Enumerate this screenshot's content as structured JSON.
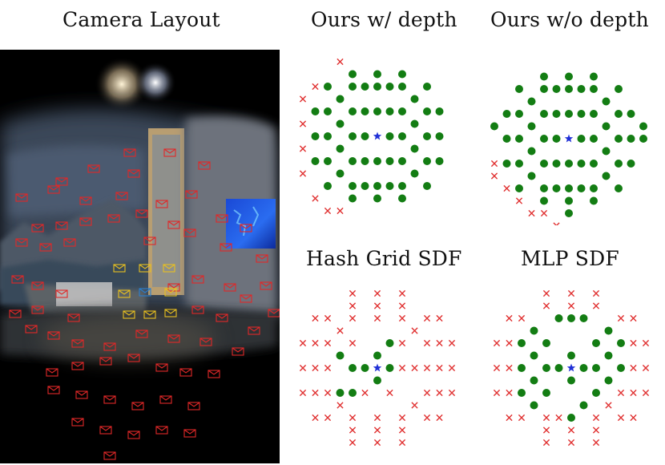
{
  "panels": {
    "camera_layout": "Camera Layout",
    "ours_with_depth": "Ours w/ depth",
    "ours_without_depth": "Ours w/o depth",
    "hash_grid_sdf": "Hash Grid SDF",
    "mlp_sdf": "MLP SDF"
  },
  "colors": {
    "success_marker": "#137d13",
    "failure_marker": "#e03030",
    "center_star": "#1f2fd6",
    "camera_frame_default": "#e02828",
    "camera_frame_highlight_yellow": "#e8c020",
    "camera_frame_highlight_blue": "#2a7fd0"
  },
  "legend_semantics": {
    "success": "green-dot",
    "failure": "red-cross",
    "center": "blue-star"
  },
  "chart_data": [
    {
      "type": "scatter",
      "panel": "ours_with_depth",
      "center": {
        "x": 0,
        "y": 0
      },
      "success": [
        [
          -0.5,
          -1
        ],
        [
          -0.5,
          0
        ],
        [
          0,
          -1
        ],
        [
          -0.5,
          1
        ],
        [
          0,
          1
        ],
        [
          0.5,
          -1
        ],
        [
          0.5,
          0
        ],
        [
          0.5,
          1
        ],
        [
          1,
          0
        ],
        [
          -1,
          1
        ],
        [
          -1,
          0
        ],
        [
          -1,
          -1
        ],
        [
          1,
          -1
        ],
        [
          1,
          1
        ],
        [
          -1.5,
          -0.5
        ],
        [
          -1.5,
          0.5
        ],
        [
          1.5,
          -0.5
        ],
        [
          1.5,
          0.5
        ],
        [
          -2,
          0
        ],
        [
          2,
          0
        ],
        [
          0,
          -2
        ],
        [
          0,
          2
        ],
        [
          -0.5,
          -2
        ],
        [
          0.5,
          -2
        ],
        [
          -0.5,
          2
        ],
        [
          0.5,
          2
        ],
        [
          -1,
          -2
        ],
        [
          1,
          -2
        ],
        [
          -1,
          2
        ],
        [
          1,
          2
        ],
        [
          -2,
          -1
        ],
        [
          2,
          -1
        ],
        [
          -2,
          1
        ],
        [
          2,
          1
        ],
        [
          -1.5,
          -1.5
        ],
        [
          1.5,
          -1.5
        ],
        [
          -1.5,
          1.5
        ],
        [
          1.5,
          1.5
        ],
        [
          -2.5,
          0
        ],
        [
          2.5,
          0
        ],
        [
          0,
          -2.5
        ],
        [
          0,
          2.5
        ],
        [
          -2.5,
          -1
        ],
        [
          2.5,
          -1
        ],
        [
          -2.5,
          1
        ],
        [
          2.5,
          1
        ],
        [
          -1,
          -2.5
        ],
        [
          1,
          -2.5
        ],
        [
          -1,
          2.5
        ],
        [
          1,
          2.5
        ],
        [
          -2,
          -2
        ],
        [
          2,
          -2
        ],
        [
          -2,
          2
        ],
        [
          2,
          2
        ]
      ],
      "failure": [
        [
          -3,
          -1.5
        ],
        [
          -3,
          -0.5
        ],
        [
          -3,
          0.5
        ],
        [
          -2.5,
          -2
        ],
        [
          -1.5,
          -3
        ],
        [
          -3,
          1.5
        ],
        [
          -2.5,
          2.5
        ],
        [
          -2,
          3
        ],
        [
          -1.5,
          3
        ]
      ]
    },
    {
      "type": "scatter",
      "panel": "ours_without_depth",
      "center": {
        "x": 0,
        "y": 0
      },
      "success": [
        [
          -0.5,
          -1
        ],
        [
          -0.5,
          0
        ],
        [
          0,
          -1
        ],
        [
          -0.5,
          1
        ],
        [
          0,
          1
        ],
        [
          0.5,
          -1
        ],
        [
          0.5,
          0
        ],
        [
          0.5,
          1
        ],
        [
          1,
          0
        ],
        [
          -1,
          1
        ],
        [
          -1,
          0
        ],
        [
          -1,
          -1
        ],
        [
          1,
          -1
        ],
        [
          1,
          1
        ],
        [
          -1.5,
          -0.5
        ],
        [
          -1.5,
          0.5
        ],
        [
          1.5,
          -0.5
        ],
        [
          1.5,
          0.5
        ],
        [
          -2,
          0
        ],
        [
          2,
          0
        ],
        [
          0,
          -2
        ],
        [
          0,
          2
        ],
        [
          -0.5,
          -2
        ],
        [
          0.5,
          -2
        ],
        [
          -0.5,
          2
        ],
        [
          0.5,
          2
        ],
        [
          -1,
          -2
        ],
        [
          1,
          -2
        ],
        [
          -1,
          2
        ],
        [
          1,
          2
        ],
        [
          -2,
          -1
        ],
        [
          2,
          -1
        ],
        [
          -2,
          1
        ],
        [
          2,
          1
        ],
        [
          -1.5,
          -1.5
        ],
        [
          1.5,
          -1.5
        ],
        [
          -1.5,
          1.5
        ],
        [
          1.5,
          1.5
        ],
        [
          -2.5,
          0
        ],
        [
          2.5,
          0
        ],
        [
          0,
          -2.5
        ],
        [
          0,
          2.5
        ],
        [
          -2.5,
          -1
        ],
        [
          2.5,
          -1
        ],
        [
          -2.5,
          1
        ],
        [
          2.5,
          1
        ],
        [
          -1,
          -2.5
        ],
        [
          1,
          -2.5
        ],
        [
          -1,
          2.5
        ],
        [
          1,
          2.5
        ],
        [
          -2,
          -2
        ],
        [
          2,
          -2
        ],
        [
          -2,
          2
        ],
        [
          2,
          2
        ],
        [
          0,
          3
        ],
        [
          3,
          0
        ],
        [
          -3,
          -0.5
        ],
        [
          3,
          -0.5
        ]
      ],
      "failure": [
        [
          -3,
          1
        ],
        [
          -3,
          1.5
        ],
        [
          -2.5,
          2
        ],
        [
          -2,
          2.5
        ],
        [
          -1.5,
          3
        ],
        [
          -1,
          3
        ],
        [
          -0.5,
          3.5
        ]
      ]
    },
    {
      "type": "scatter",
      "panel": "hash_grid_sdf",
      "center": {
        "x": 0,
        "y": 0
      },
      "success": [
        [
          -0.5,
          0
        ],
        [
          0.5,
          0
        ],
        [
          0,
          -0.5
        ],
        [
          0,
          0.5
        ],
        [
          -1,
          0
        ],
        [
          -1,
          1
        ],
        [
          -1.5,
          1
        ],
        [
          -1.5,
          -0.5
        ],
        [
          0.5,
          -1
        ]
      ],
      "failure": [
        [
          -1,
          -1
        ],
        [
          1,
          -1
        ],
        [
          -0.5,
          1
        ],
        [
          0.5,
          1
        ],
        [
          1,
          0
        ],
        [
          1.5,
          0
        ],
        [
          -2,
          0
        ],
        [
          2,
          0
        ],
        [
          0,
          -2
        ],
        [
          0,
          2
        ],
        [
          -2,
          -1
        ],
        [
          2,
          -1
        ],
        [
          -2,
          1
        ],
        [
          2,
          1
        ],
        [
          -1,
          -2
        ],
        [
          1,
          -2
        ],
        [
          -1,
          2
        ],
        [
          1,
          2
        ],
        [
          -1.5,
          -1.5
        ],
        [
          1.5,
          -1.5
        ],
        [
          -1.5,
          1.5
        ],
        [
          1.5,
          1.5
        ],
        [
          -2.5,
          0
        ],
        [
          2.5,
          0
        ],
        [
          0,
          -2.5
        ],
        [
          0,
          2.5
        ],
        [
          -2.5,
          -1
        ],
        [
          2.5,
          -1
        ],
        [
          -2.5,
          1
        ],
        [
          2.5,
          1
        ],
        [
          -1,
          -2.5
        ],
        [
          1,
          -2.5
        ],
        [
          -1,
          2.5
        ],
        [
          1,
          2.5
        ],
        [
          -2,
          -2
        ],
        [
          2,
          -2
        ],
        [
          -2,
          2
        ],
        [
          2,
          2
        ],
        [
          -3,
          0
        ],
        [
          3,
          0
        ],
        [
          0,
          -3
        ],
        [
          0,
          3
        ],
        [
          -3,
          -1
        ],
        [
          3,
          -1
        ],
        [
          -3,
          1
        ],
        [
          3,
          1
        ],
        [
          -1,
          -3
        ],
        [
          1,
          -3
        ],
        [
          -1,
          3
        ],
        [
          1,
          3
        ],
        [
          -2.5,
          -2
        ],
        [
          2.5,
          -2
        ],
        [
          -2.5,
          2
        ],
        [
          2.5,
          2
        ]
      ]
    },
    {
      "type": "scatter",
      "panel": "mlp_sdf",
      "center": {
        "x": 0,
        "y": 0
      },
      "success": [
        [
          -0.5,
          0
        ],
        [
          0.5,
          0
        ],
        [
          0,
          -0.5
        ],
        [
          0,
          0.5
        ],
        [
          -1,
          0
        ],
        [
          1,
          0
        ],
        [
          -1,
          -1
        ],
        [
          1,
          -1
        ],
        [
          -1,
          1
        ],
        [
          1,
          1
        ],
        [
          -1.5,
          -0.5
        ],
        [
          1.5,
          -0.5
        ],
        [
          -1.5,
          0.5
        ],
        [
          1.5,
          0.5
        ],
        [
          -2,
          0
        ],
        [
          2,
          0
        ],
        [
          0,
          -2
        ],
        [
          0,
          2
        ],
        [
          -0.5,
          -2
        ],
        [
          0.5,
          -2
        ],
        [
          -2,
          -1
        ],
        [
          2,
          -1
        ],
        [
          -2,
          1
        ],
        [
          -1.5,
          -1.5
        ],
        [
          1.5,
          -1.5
        ],
        [
          -1.5,
          1.5
        ],
        [
          0.5,
          1.5
        ]
      ],
      "failure": [
        [
          -0.5,
          2
        ],
        [
          1.5,
          1.5
        ],
        [
          2,
          1
        ],
        [
          -1,
          2
        ],
        [
          1,
          2
        ],
        [
          -2,
          2
        ],
        [
          2,
          2
        ],
        [
          -2,
          -2
        ],
        [
          2,
          -2
        ],
        [
          -2.5,
          0
        ],
        [
          2.5,
          0
        ],
        [
          0,
          -2.5
        ],
        [
          0,
          2.5
        ],
        [
          -2.5,
          -1
        ],
        [
          2.5,
          -1
        ],
        [
          -2.5,
          1
        ],
        [
          2.5,
          1
        ],
        [
          -1,
          -2.5
        ],
        [
          1,
          -2.5
        ],
        [
          -1,
          2.5
        ],
        [
          1,
          2.5
        ],
        [
          -3,
          0
        ],
        [
          3,
          0
        ],
        [
          0,
          -3
        ],
        [
          0,
          3
        ],
        [
          -3,
          -1
        ],
        [
          3,
          -1
        ],
        [
          -3,
          1
        ],
        [
          3,
          1
        ],
        [
          -1,
          -3
        ],
        [
          1,
          -3
        ],
        [
          -1,
          3
        ],
        [
          1,
          3
        ],
        [
          -2.5,
          -2
        ],
        [
          2.5,
          -2
        ],
        [
          -2.5,
          2
        ],
        [
          2.5,
          2
        ]
      ]
    }
  ]
}
